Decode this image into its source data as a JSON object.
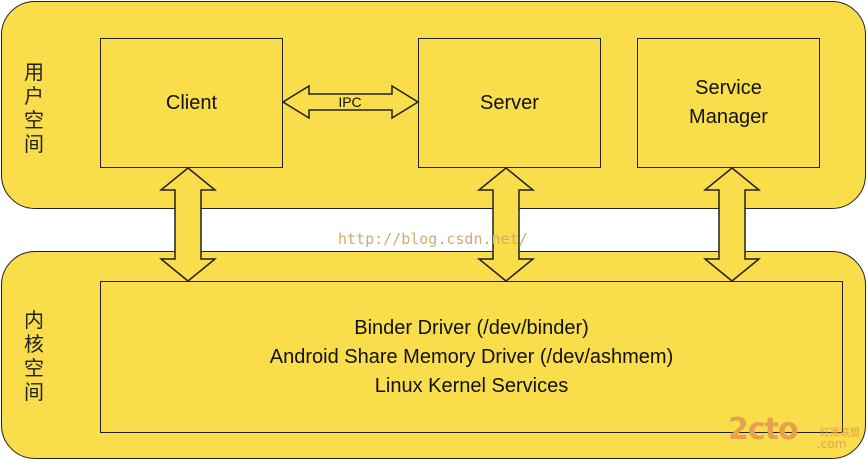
{
  "user_space": {
    "label": "用户空间"
  },
  "kernel_space": {
    "label": "内核空间"
  },
  "client": {
    "label": "Client"
  },
  "server": {
    "label": "Server"
  },
  "service_manager": {
    "label": "Service\nManager"
  },
  "ipc": {
    "label": "IPC"
  },
  "kernel": {
    "lines": [
      "Binder Driver (/dev/binder)",
      "Android Share Memory Driver (/dev/ashmem)",
      "Linux Kernel Services"
    ]
  },
  "watermark": {
    "text": "http://blog.csdn.net/"
  },
  "logo": {
    "main": "2cto",
    "sub": "红黑联盟",
    "suffix": ".com"
  },
  "colors": {
    "fill": "#f9dd4a",
    "stroke": "#222222",
    "watermark": "#c6b070",
    "logo": "#e7a04e"
  }
}
